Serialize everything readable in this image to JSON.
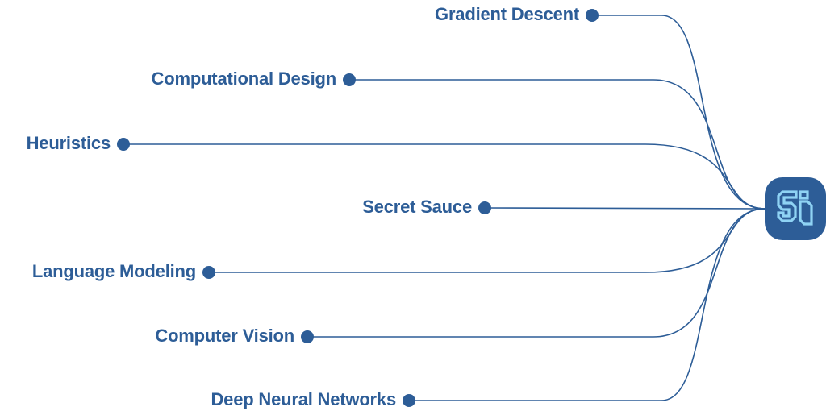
{
  "colors": {
    "primary": "#2d5d97",
    "logo_glyph": "#8fd3f4",
    "background": "#ffffff"
  },
  "hub": {
    "icon": "si-logo-icon"
  },
  "nodes": [
    {
      "label": "Gradient Descent"
    },
    {
      "label": "Computational Design"
    },
    {
      "label": "Heuristics"
    },
    {
      "label": "Secret Sauce"
    },
    {
      "label": "Language Modeling"
    },
    {
      "label": "Computer Vision"
    },
    {
      "label": "Deep Neural Networks"
    }
  ]
}
